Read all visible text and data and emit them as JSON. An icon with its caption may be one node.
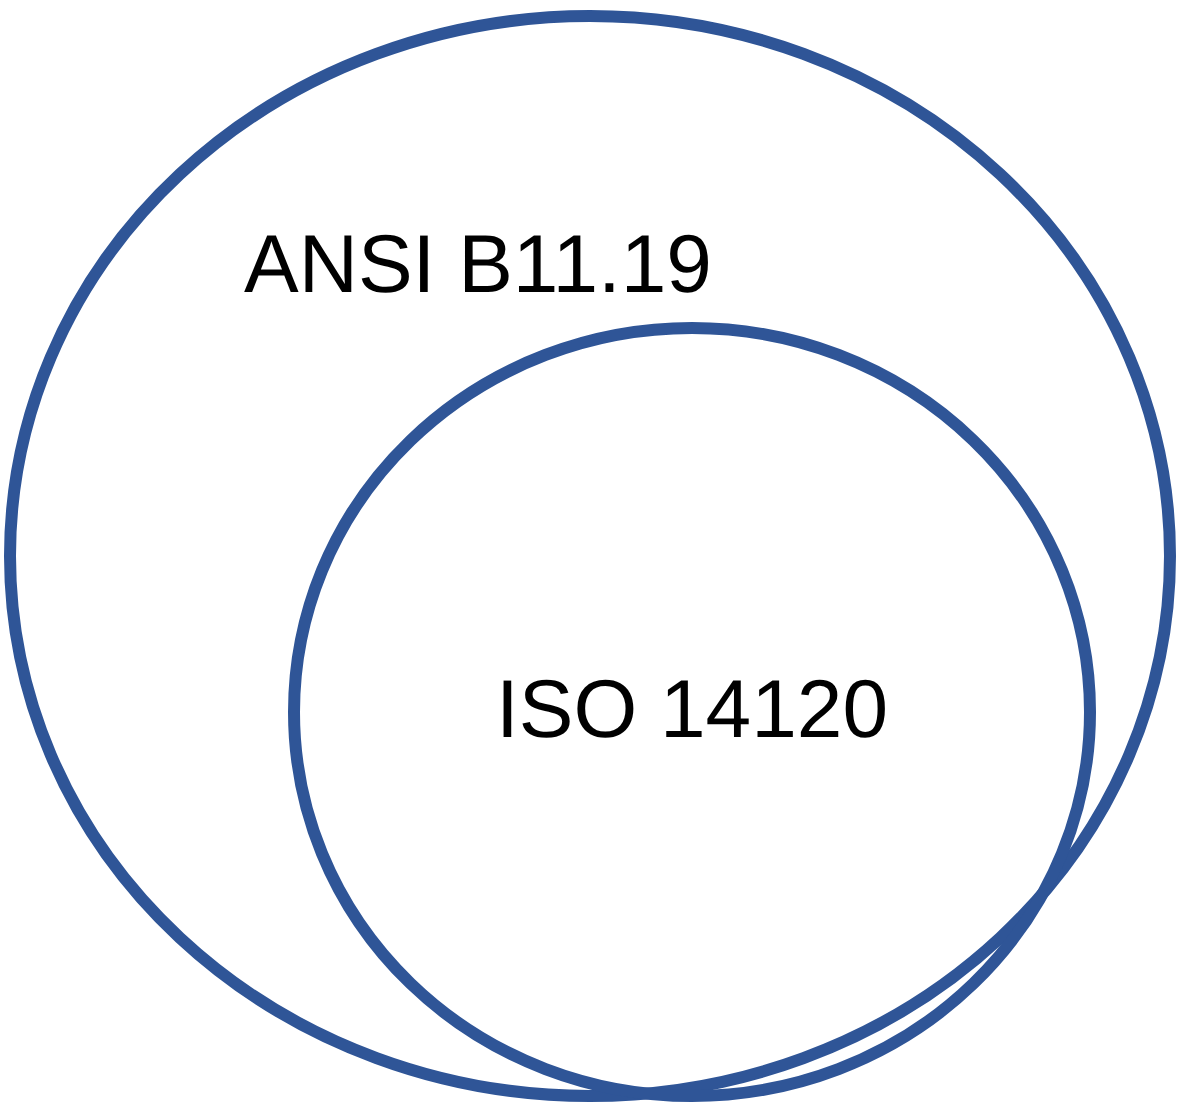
{
  "diagram": {
    "nodes": [
      {
        "text": [
          "ANSI B11.19"
        ]
      },
      {
        "text": [
          "ISO 14120"
        ],
        "in": 0
      }
    ]
  }
}
